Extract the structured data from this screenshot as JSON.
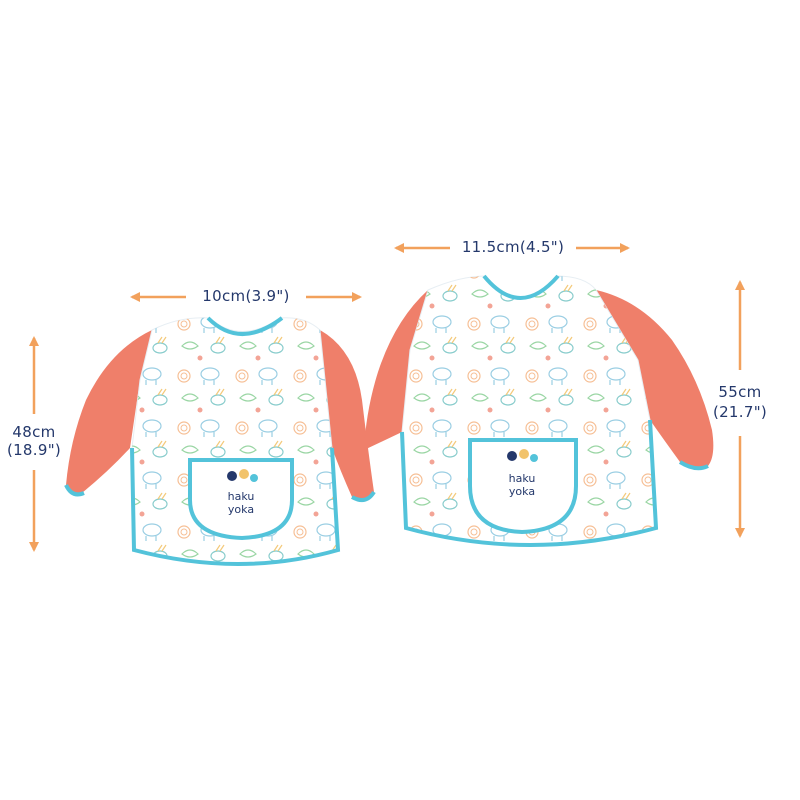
{
  "colors": {
    "arrow": "#f2a15c",
    "sleeve": "#ef7f6a",
    "trim": "#53c3da",
    "text": "#24386b",
    "body": "#ffffff"
  },
  "small_bib": {
    "width_label": "10cm(3.9\")",
    "length_cm": "48cm",
    "length_in": "(18.9\")",
    "pocket_logo_line1": "haku",
    "pocket_logo_line2": "yoka"
  },
  "large_bib": {
    "width_label": "11.5cm(4.5\")",
    "length_cm": "55cm",
    "length_in": "(21.7\")",
    "pocket_logo_line1": "haku",
    "pocket_logo_line2": "yoka"
  }
}
